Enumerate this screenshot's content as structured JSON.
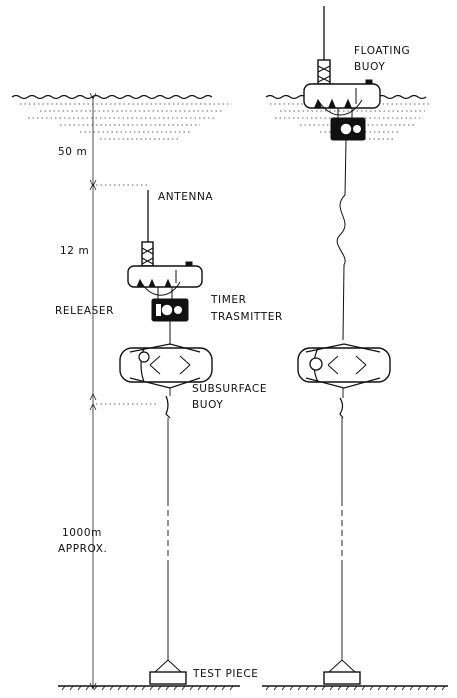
{
  "labels": {
    "floating_buoy_1": "FLOATING",
    "floating_buoy_2": "BUOY",
    "depth_50m": "50 m",
    "antenna": "ANTENNA",
    "depth_12m": "12 m",
    "releaser": "RELEASER",
    "timer_1": "TIMER",
    "timer_2": "TRASMITTER",
    "subsurface_1": "SUBSURFACE",
    "subsurface_2": "BUOY",
    "depth_1000_1": "1000m",
    "depth_1000_2": "APPROX.",
    "test_piece": "TEST PIECE"
  }
}
